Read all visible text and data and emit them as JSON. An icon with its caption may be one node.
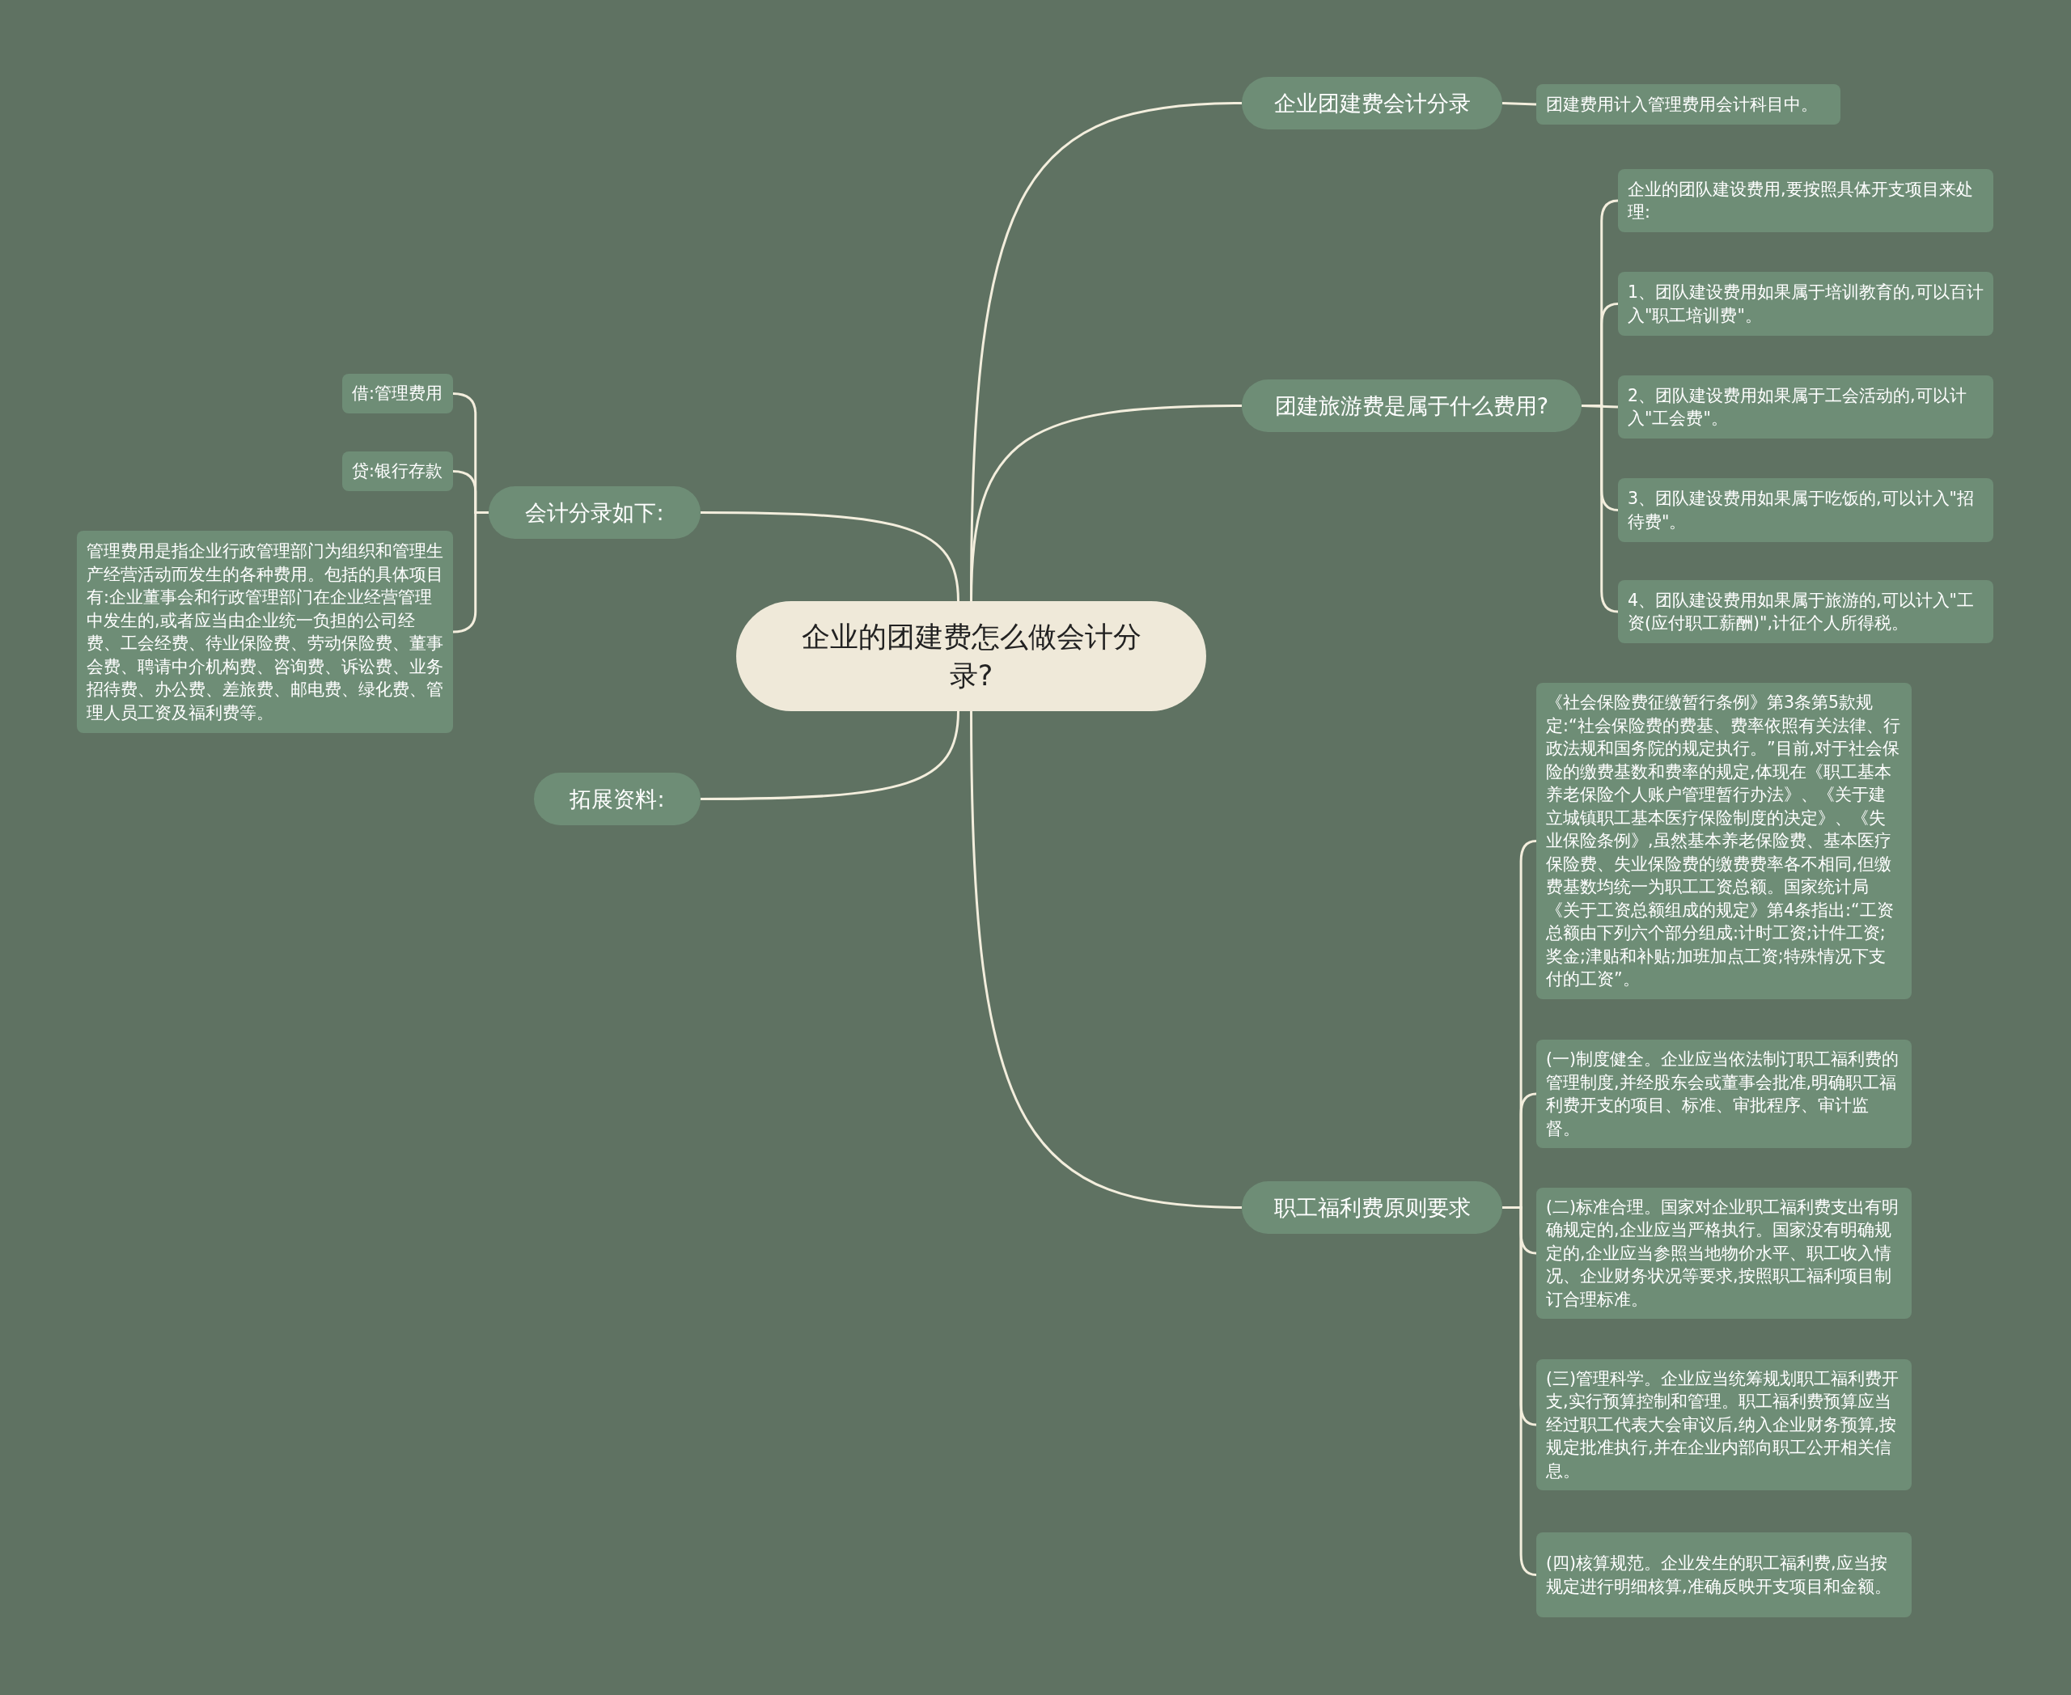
{
  "diagram": {
    "nodes": [
      {
        "text": [
          "企业的团建费怎么做会计分录?"
        ]
      },
      {
        "text": [
          "企业团建费会计分录"
        ]
      },
      {
        "text": [
          "团建费用计入管理费用会计科目中。"
        ]
      },
      {
        "text": [
          "团建旅游费是属于什么费用?"
        ]
      },
      {
        "text": [
          "企业的团队建设费用,要按照具体开支项目来处理:"
        ]
      },
      {
        "text": [
          "1、团队建设费用如果属于培训教育的,可以百计入\"职工培训费\"。"
        ]
      },
      {
        "text": [
          "2、团队建设费用如果属于工会活动的,可以计入\"工会费\"。"
        ]
      },
      {
        "text": [
          "3、团队建设费用如果属于吃饭的,可以计入\"招待费\"。"
        ]
      },
      {
        "text": [
          "4、团队建设费用如果属于旅游的,可以计入\"工资(应付职工薪酬)\",计征个人所得税。"
        ]
      },
      {
        "text": [
          "职工福利费原则要求"
        ]
      },
      {
        "text": [
          "《社会保险费征缴暂行条例》第3条第5款规定:“社会保险费的费基、费率依照有关法律、行政法规和国务院的规定执行。”目前,对于社会保险的缴费基数和费率的规定,体现在《职工基本养老保险个人账户管理暂行办法》、《关于建立城镇职工基本医疗保险制度的决定》、《失业保险条例》,虽然基本养老保险费、基本医疗保险费、失业保险费的缴费费率各不相同,但缴费基数均统一为职工工资总额。国家统计局《关于工资总额组成的规定》第4条指出:“工资总额由下列六个部分组成:计时工资;计件工资;奖金;津贴和补贴;加班加点工资;特殊情况下支付的工资”。"
        ]
      },
      {
        "text": [
          "(一)制度健全。企业应当依法制订职工福利费的管理制度,并经股东会或董事会批准,明确职工福利费开支的项目、标准、审批程序、审计监督。"
        ]
      },
      {
        "text": [
          "(二)标准合理。国家对企业职工福利费支出有明确规定的,企业应当严格执行。国家没有明确规定的,企业应当参照当地物价水平、职工收入情况、企业财务状况等要求,按照职工福利项目制订合理标准。"
        ]
      },
      {
        "text": [
          "(三)管理科学。企业应当统筹规划职工福利费开支,实行预算控制和管理。职工福利费预算应当经过职工代表大会审议后,纳入企业财务预算,按规定批准执行,并在企业内部向职工公开相关信息。"
        ]
      },
      {
        "text": [
          "(四)核算规范。企业发生的职工福利费,应当按规定进行明细核算,准确反映开支项目和金额。"
        ]
      },
      {
        "text": [
          "会计分录如下:"
        ]
      },
      {
        "text": [
          "借:管理费用"
        ]
      },
      {
        "text": [
          "贷:银行存款"
        ]
      },
      {
        "text": [
          "管理费用是指企业行政管理部门为组织和管理生产经营活动而发生的各种费用。包括的具体项目有:企业董事会和行政管理部门在企业经营管理中发生的,或者应当由企业统一负担的公司经费、工会经费、待业保险费、劳动保险费、董事会费、聘请中介机构费、咨询费、诉讼费、业务招待费、办公费、差旅费、邮电费、绿化费、管理人员工资及福利费等。"
        ]
      },
      {
        "text": [
          "拓展资料:"
        ]
      }
    ],
    "edges": [
      {
        "from": 0,
        "to": 1,
        "arrow": "none"
      },
      {
        "from": 1,
        "to": 2,
        "arrow": "none"
      },
      {
        "from": 0,
        "to": 3,
        "arrow": "none"
      },
      {
        "from": 3,
        "to": 4,
        "arrow": "none"
      },
      {
        "from": 3,
        "to": 5,
        "arrow": "none"
      },
      {
        "from": 3,
        "to": 6,
        "arrow": "none"
      },
      {
        "from": 3,
        "to": 7,
        "arrow": "none"
      },
      {
        "from": 3,
        "to": 8,
        "arrow": "none"
      },
      {
        "from": 0,
        "to": 9,
        "arrow": "none"
      },
      {
        "from": 9,
        "to": 10,
        "arrow": "none"
      },
      {
        "from": 9,
        "to": 11,
        "arrow": "none"
      },
      {
        "from": 9,
        "to": 12,
        "arrow": "none"
      },
      {
        "from": 9,
        "to": 13,
        "arrow": "none"
      },
      {
        "from": 9,
        "to": 14,
        "arrow": "none"
      },
      {
        "from": 0,
        "to": 15,
        "arrow": "none"
      },
      {
        "from": 15,
        "to": 16,
        "arrow": "none"
      },
      {
        "from": 15,
        "to": 17,
        "arrow": "none"
      },
      {
        "from": 15,
        "to": 18,
        "arrow": "none"
      },
      {
        "from": 0,
        "to": 19,
        "arrow": "none"
      }
    ]
  }
}
